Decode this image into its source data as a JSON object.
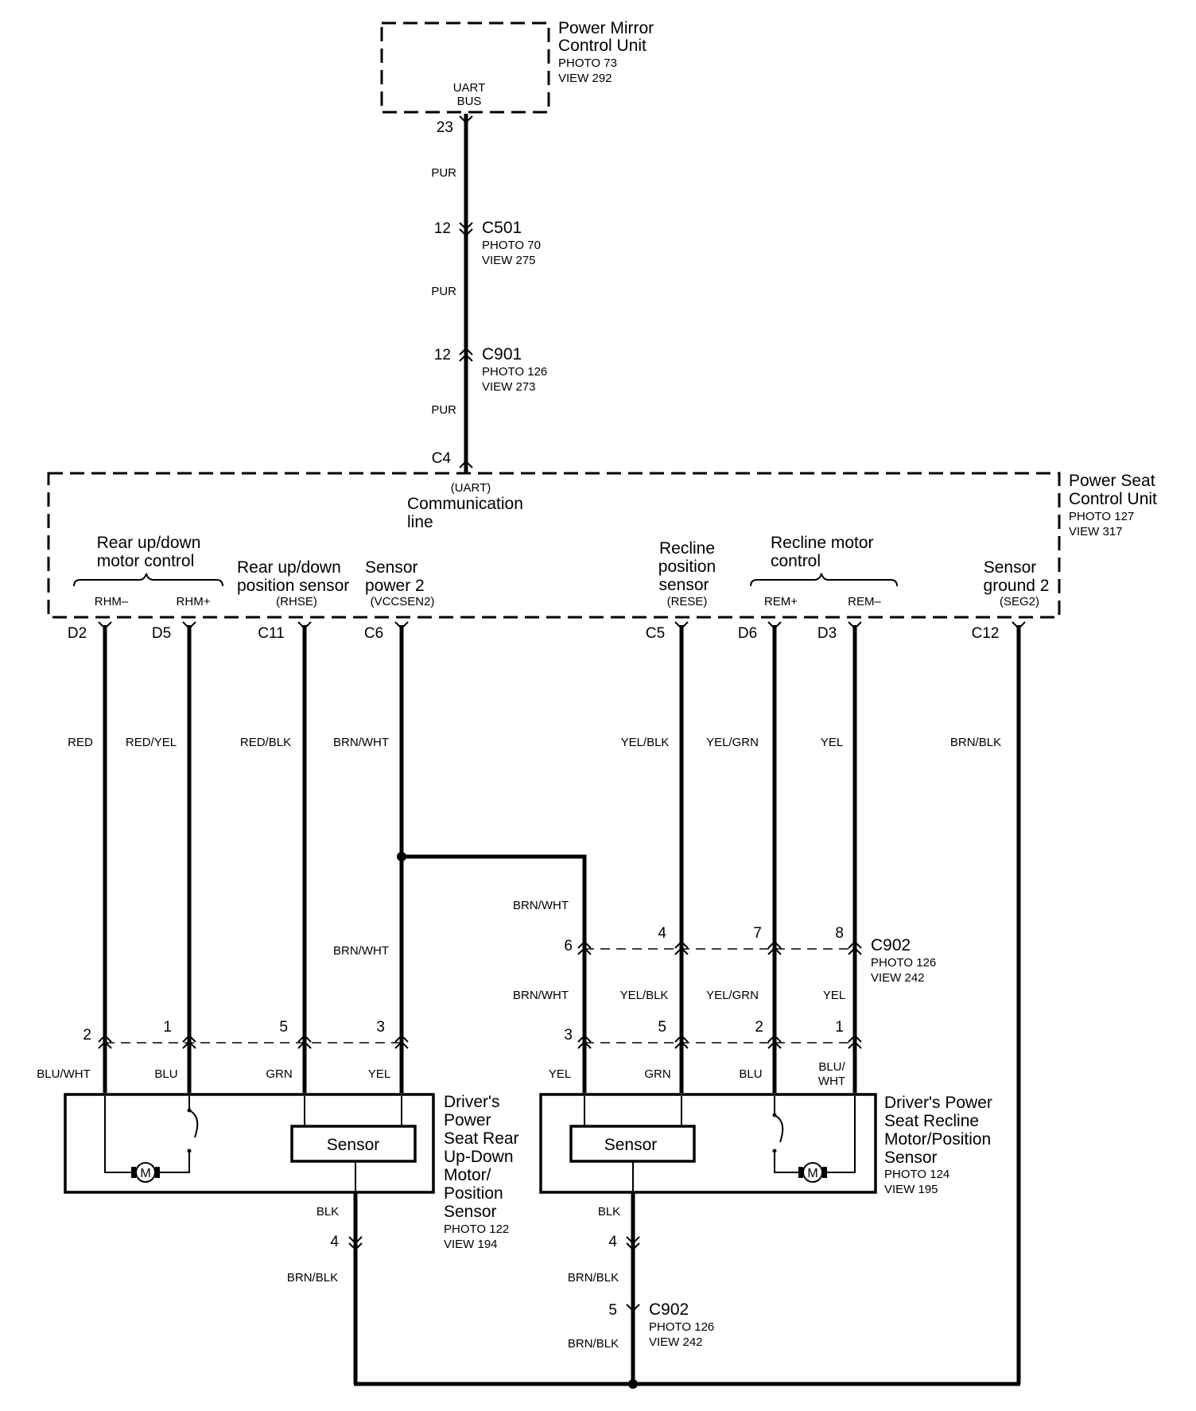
{
  "mirror_unit": {
    "name_line1": "Power Mirror",
    "name_line2": "Control Unit",
    "photo": "PHOTO 73",
    "view": "VIEW 292",
    "terminal_line1": "UART",
    "terminal_line2": "BUS",
    "pin": "23"
  },
  "wire_top": {
    "color1": "PUR",
    "color2": "PUR",
    "color3": "PUR"
  },
  "c501": {
    "pin": "12",
    "name": "C501",
    "photo": "PHOTO 70",
    "view": "VIEW 275"
  },
  "c901": {
    "pin": "12",
    "name": "C901",
    "photo": "PHOTO 126",
    "view": "VIEW 273"
  },
  "seat_unit": {
    "name_line1": "Power Seat",
    "name_line2": "Control Unit",
    "photo": "PHOTO 127",
    "view": "VIEW 317",
    "comm_pin": "C4",
    "comm_line1": "(UART)",
    "comm_line2": "Communication",
    "comm_line3": "line",
    "rear_motor_label1": "Rear up/down",
    "rear_motor_label2": "motor control",
    "rear_sensor_label1": "Rear up/down",
    "rear_sensor_label2": "position sensor",
    "rear_sensor_sig": "(RHSE)",
    "sensor_power_label1": "Sensor",
    "sensor_power_label2": "power 2",
    "sensor_power_sig": "(VCCSEN2)",
    "recline_sensor_label1": "Recline",
    "recline_sensor_label2": "position",
    "recline_sensor_label3": "sensor",
    "recline_sensor_sig": "(RESE)",
    "recline_motor_label1": "Recline motor",
    "recline_motor_label2": "control",
    "sensor_ground_label1": "Sensor",
    "sensor_ground_label2": "ground 2",
    "sensor_ground_sig": "(SEG2)",
    "sig_rhm_minus": "RHM–",
    "sig_rhm_plus": "RHM+",
    "sig_rem_plus": "REM+",
    "sig_rem_minus": "REM–"
  },
  "pins": {
    "d2": "D2",
    "d5": "D5",
    "c11": "C11",
    "c6": "C6",
    "c5": "C5",
    "d6": "D6",
    "d3": "D3",
    "c12": "C12"
  },
  "wire_colors_upper": {
    "d2": "RED",
    "d5": "RED/YEL",
    "c11": "RED/BLK",
    "c6": "BRN/WHT",
    "c5": "YEL/BLK",
    "d6": "YEL/GRN",
    "d3": "YEL",
    "c12": "BRN/BLK"
  },
  "branch_color": "BRN/WHT",
  "c6_lower_color": "BRN/WHT",
  "c902_top": {
    "pin_a": "6",
    "pin_b": "4",
    "pin_c": "7",
    "pin_d": "8",
    "name": "C902",
    "photo": "PHOTO 126",
    "view": "VIEW 242"
  },
  "mid_colors": {
    "a": "BRN/WHT",
    "b": "YEL/BLK",
    "c": "YEL/GRN",
    "d": "YEL"
  },
  "left_connector": {
    "p1": "2",
    "p2": "1",
    "p3": "5",
    "p4": "3"
  },
  "right_connector": {
    "p1": "3",
    "p2": "5",
    "p3": "2",
    "p4": "1"
  },
  "left_bottom_colors": {
    "a": "BLU/WHT",
    "b": "BLU",
    "c": "GRN",
    "d": "YEL"
  },
  "right_bottom_colors": {
    "a": "YEL",
    "b": "GRN",
    "c": "BLU",
    "d_line1": "BLU/",
    "d_line2": "WHT"
  },
  "left_device": {
    "line1": "Driver's",
    "line2": "Power",
    "line3": "Seat Rear",
    "line4": "Up-Down",
    "line5": "Motor/",
    "line6": "Position",
    "line7": "Sensor",
    "photo": "PHOTO 122",
    "view": "VIEW 194",
    "sensor": "Sensor",
    "motor": "M"
  },
  "right_device": {
    "line1": "Driver's Power",
    "line2": "Seat Recline",
    "line3": "Motor/Position",
    "line4": "Sensor",
    "photo": "PHOTO 124",
    "view": "VIEW 195",
    "sensor": "Sensor",
    "motor": "M"
  },
  "ground_left": {
    "color_top": "BLK",
    "pin": "4",
    "color_bottom": "BRN/BLK"
  },
  "ground_right": {
    "color_top": "BLK",
    "pin": "4",
    "color_mid": "BRN/BLK",
    "c902_pin": "5",
    "c902_name": "C902",
    "c902_photo": "PHOTO 126",
    "c902_view": "VIEW 242",
    "color_bottom": "BRN/BLK"
  }
}
